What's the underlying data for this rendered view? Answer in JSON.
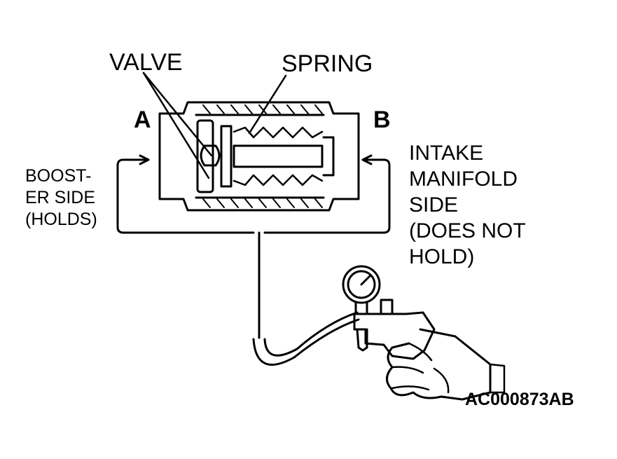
{
  "labels": {
    "valve": "VALVE",
    "spring": "SPRING",
    "port_a": "A",
    "port_b": "B",
    "booster_side": [
      "BOOST-",
      "ER SIDE",
      "(HOLDS)"
    ],
    "intake_side": [
      "INTAKE",
      "MANIFOLD",
      "SIDE",
      "(DOES NOT",
      "HOLD)"
    ],
    "figure_code": "AC000873AB"
  },
  "colors": {
    "ink": "#000000",
    "paper": "#ffffff"
  },
  "icons": [
    "check-valve-cutaway",
    "vacuum-pump-gauge",
    "hand"
  ]
}
